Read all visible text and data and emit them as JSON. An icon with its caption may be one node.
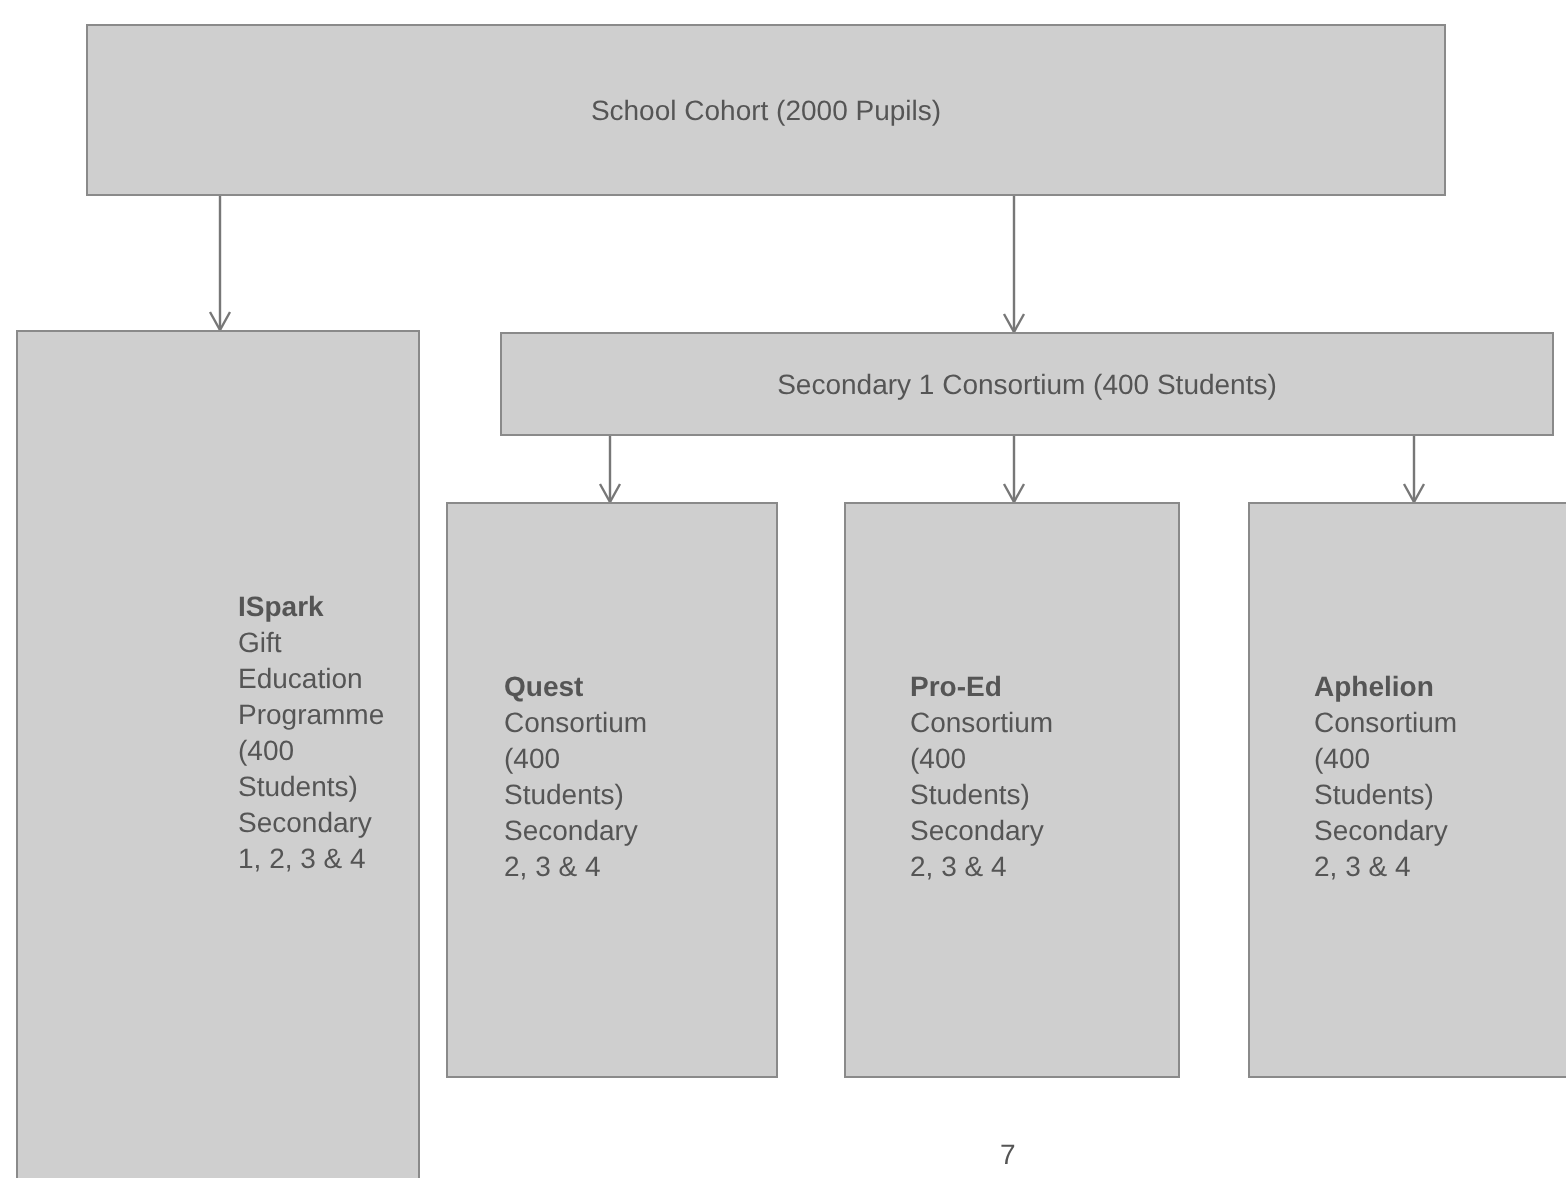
{
  "diagram": {
    "nodes": [
      {
        "text": [
          "School Cohort (2000 Pupils)"
        ]
      },
      {
        "text": [
          "ISpark",
          "Gift Education Programme (400 Students) Secondary 1, 2, 3 & 4"
        ]
      },
      {
        "text": [
          "Secondary 1 Consortium (400 Students)"
        ]
      },
      {
        "text": [
          "Quest",
          "Consortium (400 Students) Secondary 2, 3 & 4"
        ]
      },
      {
        "text": [
          "Pro-Ed",
          "Consortium (400 Students) Secondary 2, 3 & 4"
        ]
      },
      {
        "text": [
          "Aphelion",
          "Consortium (400 Students) Secondary 2, 3 & 4"
        ]
      }
    ],
    "edges": [
      {
        "from": 0,
        "to": 1,
        "arrow": "to"
      },
      {
        "from": 0,
        "to": 2,
        "arrow": "to"
      },
      {
        "from": 2,
        "to": 3,
        "arrow": "to"
      },
      {
        "from": 2,
        "to": 4,
        "arrow": "to"
      },
      {
        "from": 2,
        "to": 5,
        "arrow": "to"
      }
    ],
    "labels": [
      "7"
    ]
  }
}
